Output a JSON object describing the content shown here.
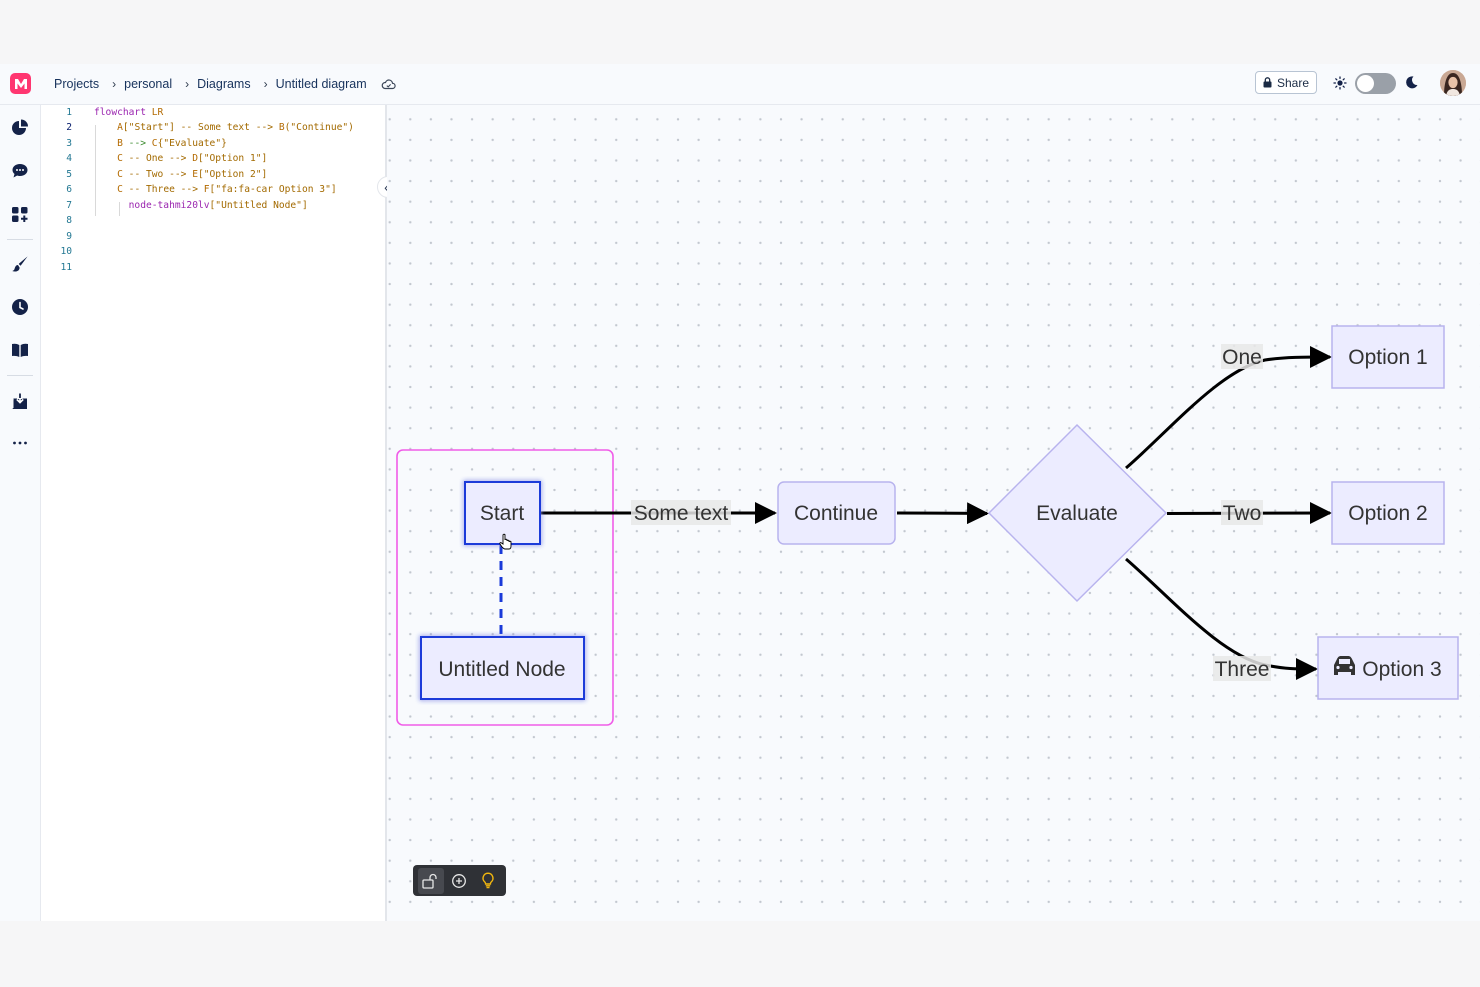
{
  "header": {
    "breadcrumbs": [
      "Projects",
      "personal",
      "Diagrams",
      "Untitled diagram"
    ],
    "share_label": "Share"
  },
  "sidebar": {
    "icons": [
      "chart-pie-icon",
      "chat-bubble-icon",
      "add-widget-icon",
      "paint-brush-icon",
      "clock-icon",
      "book-icon",
      "download-icon",
      "more-icon"
    ]
  },
  "editor": {
    "line_numbers": [
      "1",
      "2",
      "3",
      "4",
      "5",
      "6",
      "7",
      "8",
      "9",
      "10",
      "11"
    ],
    "active_line": "2",
    "lines": [
      [
        {
          "t": "flowchart",
          "c": "kw"
        },
        {
          "t": " LR",
          "c": "id"
        }
      ],
      [
        {
          "t": "    A",
          "c": "id"
        },
        {
          "t": "[\"Start\"]",
          "c": "st"
        },
        {
          "t": " -- Some text --> ",
          "c": "st"
        },
        {
          "t": "B",
          "c": "id"
        },
        {
          "t": "(\"Continue\")",
          "c": "st"
        }
      ],
      [
        {
          "t": "    B",
          "c": "id"
        },
        {
          "t": " --> ",
          "c": "op"
        },
        {
          "t": "C",
          "c": "id"
        },
        {
          "t": "{\"Evaluate\"}",
          "c": "st"
        }
      ],
      [
        {
          "t": "    C",
          "c": "id"
        },
        {
          "t": " -- One --> ",
          "c": "st"
        },
        {
          "t": "D",
          "c": "id"
        },
        {
          "t": "[\"Option 1\"]",
          "c": "st"
        }
      ],
      [
        {
          "t": "    C",
          "c": "id"
        },
        {
          "t": " -- Two --> ",
          "c": "st"
        },
        {
          "t": "E",
          "c": "id"
        },
        {
          "t": "[\"Option 2\"]",
          "c": "st"
        }
      ],
      [
        {
          "t": "    C",
          "c": "id"
        },
        {
          "t": " -- Three --> ",
          "c": "st"
        },
        {
          "t": "F",
          "c": "id"
        },
        {
          "t": "[\"fa:fa-car Option 3\"]",
          "c": "st"
        }
      ],
      [
        {
          "t": "      node-tahmi20lv",
          "c": "kw"
        },
        {
          "t": "[\"Untitled Node\"]",
          "c": "st"
        }
      ],
      [],
      [],
      [],
      []
    ]
  },
  "diagram": {
    "nodes": {
      "start": "Start",
      "continue": "Continue",
      "evaluate": "Evaluate",
      "option1": "Option 1",
      "option2": "Option 2",
      "option3": "Option 3",
      "untitled": "Untitled Node"
    },
    "edge_labels": {
      "some_text": "Some text",
      "one": "One",
      "two": "Two",
      "three": "Three"
    }
  },
  "colors": {
    "node_fill": "#ECECFF",
    "node_stroke": "#B8B3EE",
    "selected_stroke": "#1A3AD9",
    "group_stroke": "#F05CE8",
    "accent": "#FF3670"
  },
  "toolbar": {
    "icons": [
      "unlock-icon",
      "zoom-in-icon",
      "lightbulb-icon"
    ]
  }
}
